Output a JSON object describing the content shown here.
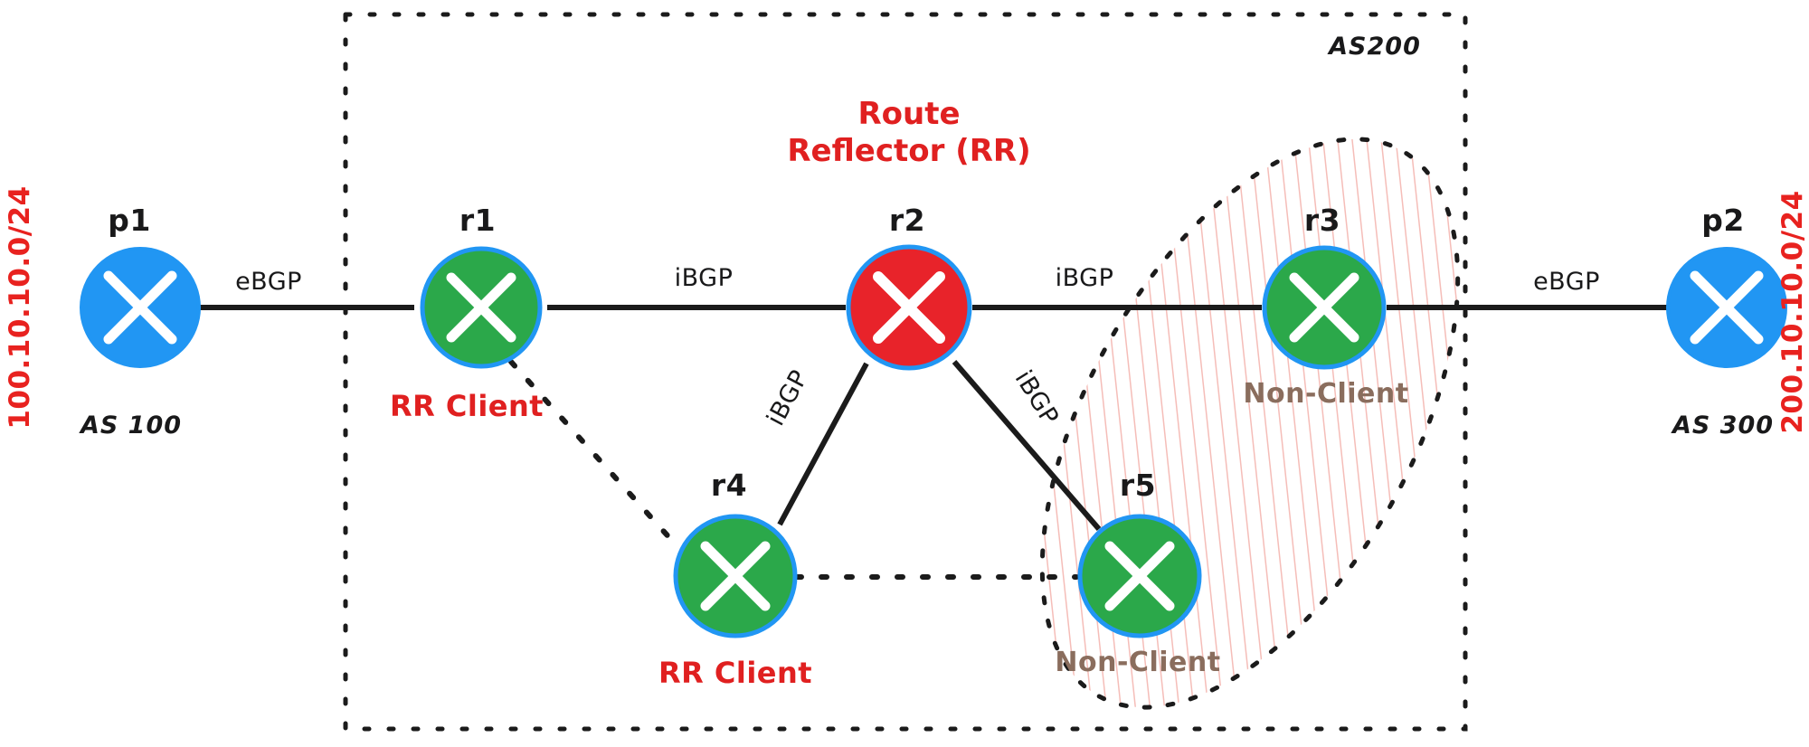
{
  "diagram": {
    "title": "BGP Route Reflector topology",
    "as_box": {
      "label": "AS200"
    },
    "annotations": {
      "rr_title_line1": "Route",
      "rr_title_line2": "Reflector (RR)",
      "rr_client_r1": "RR Client",
      "rr_client_r4": "RR Client",
      "non_client_r3": "Non-Client",
      "non_client_r5": "Non-Client"
    },
    "prefixes": [
      {
        "id": "prefix-left",
        "text": "100.10.10.0/24",
        "color": "#e8221f"
      },
      {
        "id": "prefix-right",
        "text": "200.10.10.0/24",
        "color": "#e8221f"
      }
    ],
    "as_labels": [
      {
        "id": "as-100",
        "text": "AS 100"
      },
      {
        "id": "as-300",
        "text": "AS 300"
      }
    ],
    "nodes": [
      {
        "id": "p1",
        "label": "p1",
        "color": "#2196f3",
        "icon": "router-x-icon"
      },
      {
        "id": "r1",
        "label": "r1",
        "color": "#2ba84a",
        "icon": "router-x-icon"
      },
      {
        "id": "r2",
        "label": "r2",
        "color": "#e8232a",
        "icon": "router-x-icon"
      },
      {
        "id": "r3",
        "label": "r3",
        "color": "#2ba84a",
        "icon": "router-x-icon"
      },
      {
        "id": "r4",
        "label": "r4",
        "color": "#2ba84a",
        "icon": "router-x-icon"
      },
      {
        "id": "r5",
        "label": "r5",
        "color": "#2ba84a",
        "icon": "router-x-icon"
      },
      {
        "id": "p2",
        "label": "p2",
        "color": "#2196f3",
        "icon": "router-x-icon"
      }
    ],
    "links": [
      {
        "id": "p1-r1",
        "label": "eBGP",
        "style": "solid"
      },
      {
        "id": "r1-r2",
        "label": "iBGP",
        "style": "solid"
      },
      {
        "id": "r2-r3",
        "label": "iBGP",
        "style": "solid"
      },
      {
        "id": "r3-p2",
        "label": "eBGP",
        "style": "solid"
      },
      {
        "id": "r2-r4",
        "label": "iBGP",
        "style": "solid"
      },
      {
        "id": "r2-r5",
        "label": "iBGP",
        "style": "solid"
      },
      {
        "id": "r1-r4",
        "label": "",
        "style": "dotted"
      },
      {
        "id": "r4-r5",
        "label": "",
        "style": "dotted"
      }
    ],
    "colors": {
      "accent_red": "#e02020",
      "node_green": "#2ba84a",
      "node_blue": "#2196f3",
      "node_red": "#e8232a",
      "node_ring": "#2196f3",
      "hatch": "#f3b8b4",
      "line": "#1b1b1b",
      "non_client_text": "#8a6d5d"
    }
  }
}
